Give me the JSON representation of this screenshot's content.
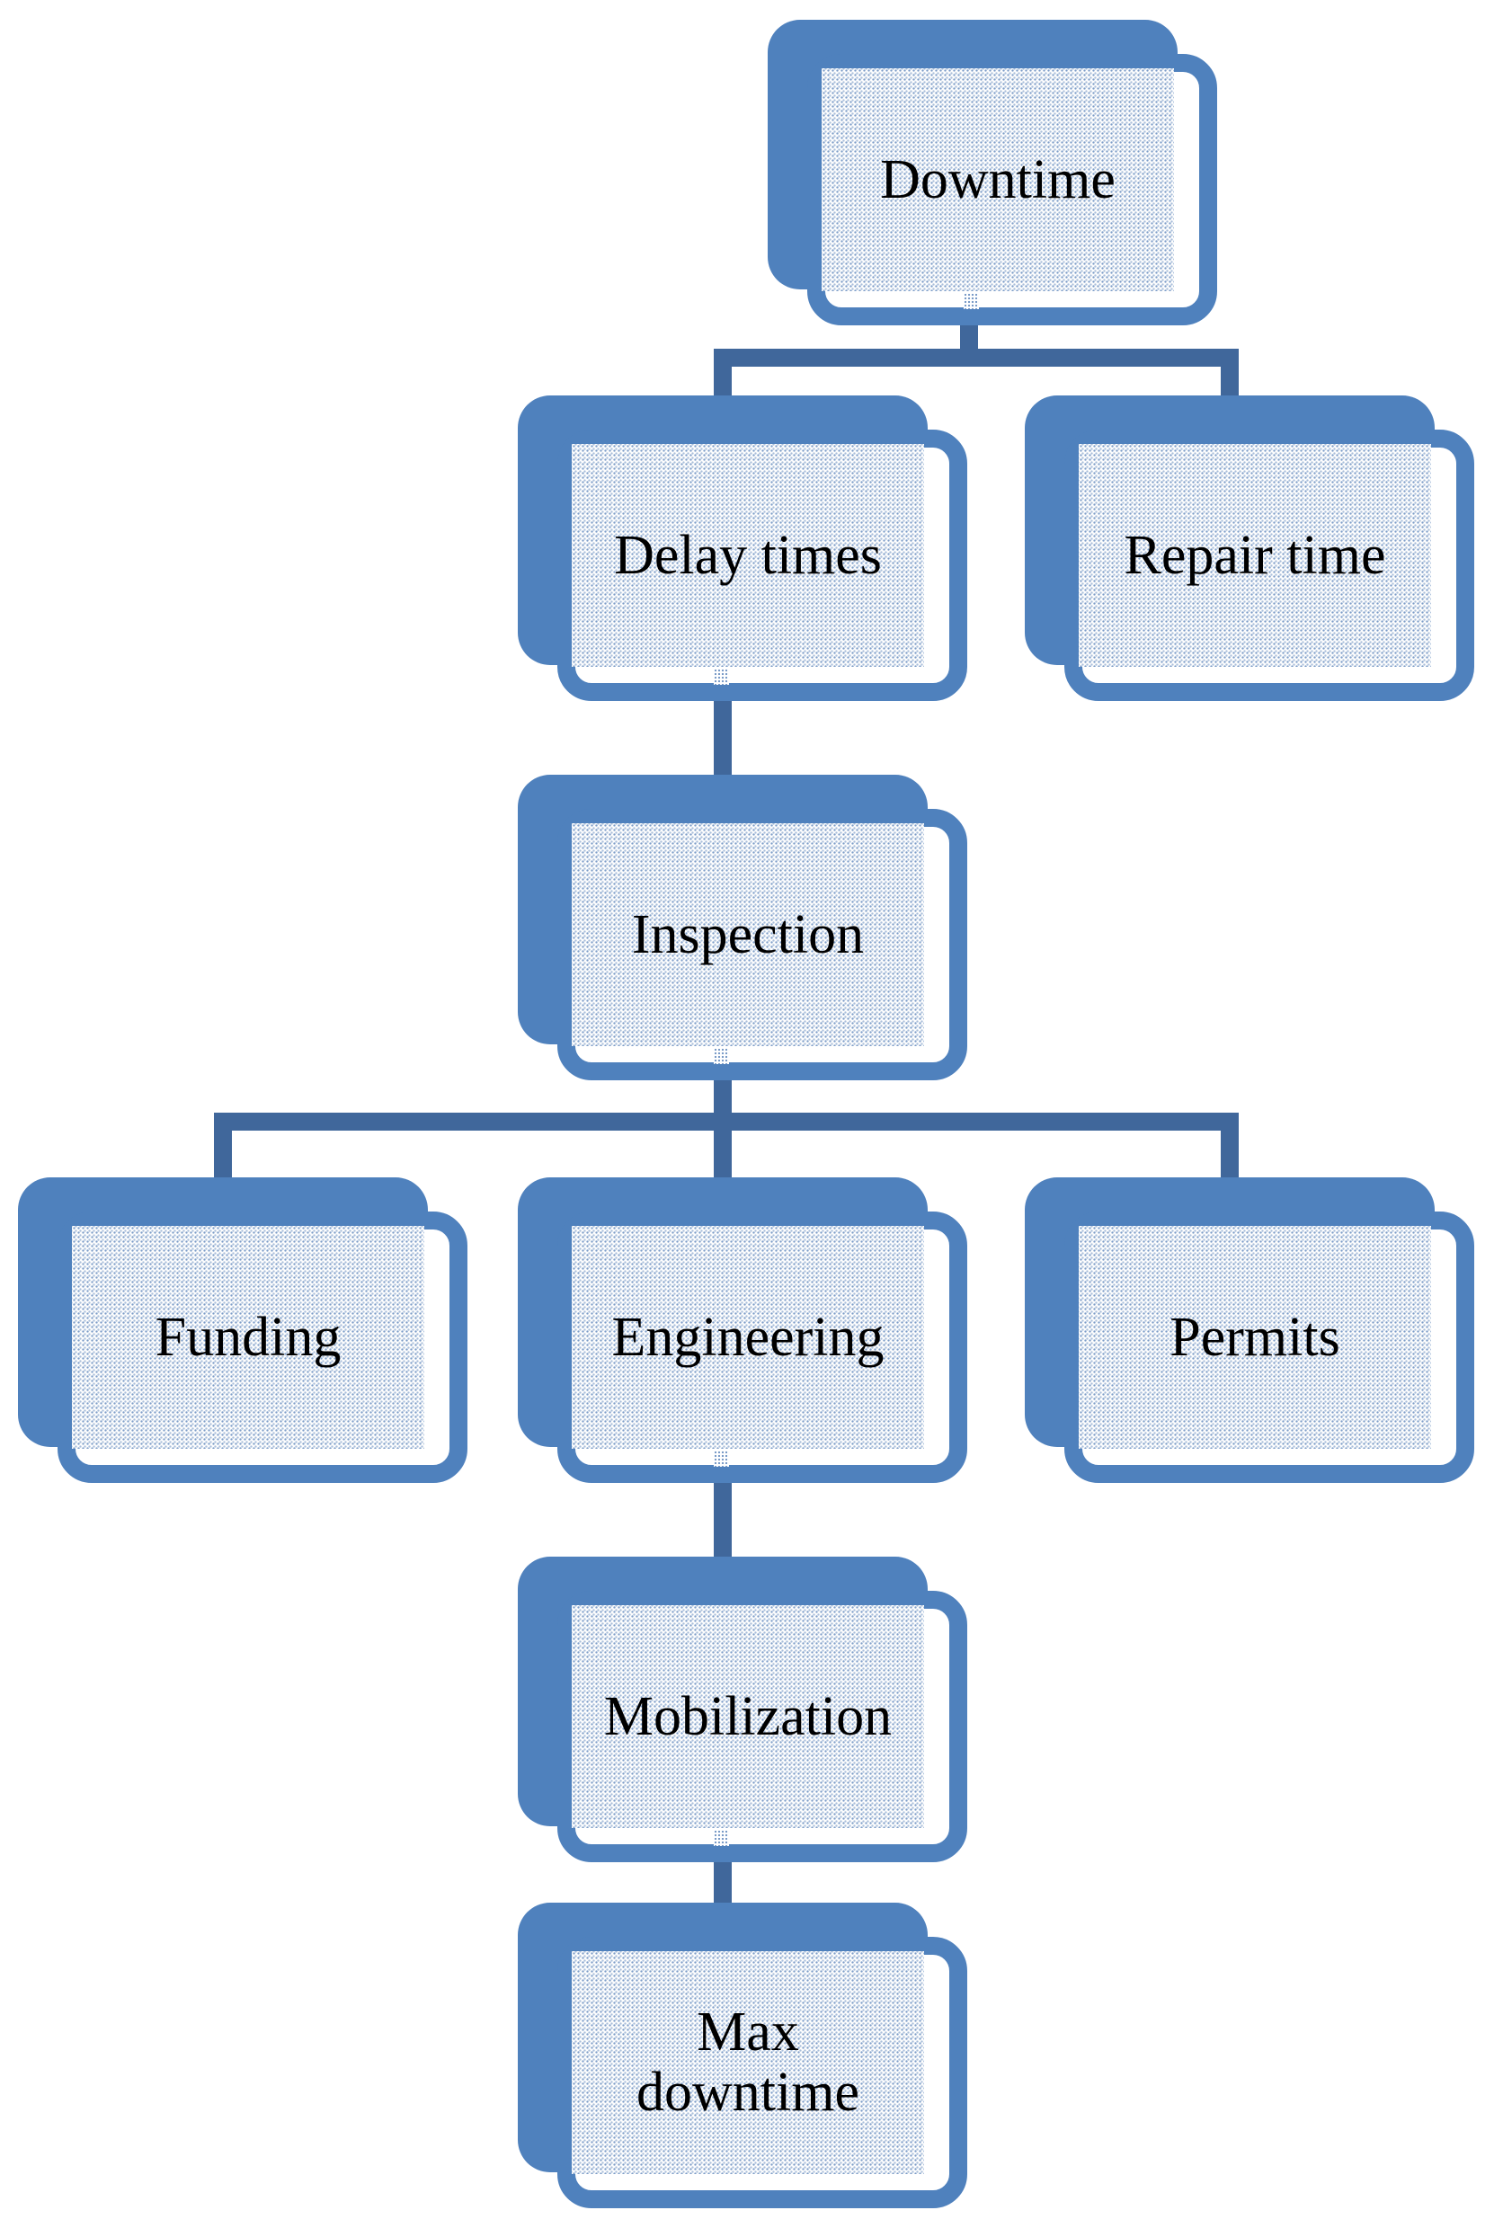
{
  "diagram": {
    "type": "hierarchy-flowchart",
    "nodes": [
      {
        "id": "downtime",
        "label": "Downtime"
      },
      {
        "id": "delay-times",
        "label": "Delay times"
      },
      {
        "id": "repair-time",
        "label": "Repair time"
      },
      {
        "id": "inspection",
        "label": "Inspection"
      },
      {
        "id": "funding",
        "label": "Funding"
      },
      {
        "id": "engineering",
        "label": "Engineering"
      },
      {
        "id": "permits",
        "label": "Permits"
      },
      {
        "id": "mobilization",
        "label": "Mobilization"
      },
      {
        "id": "max-downtime",
        "label": "Max downtime"
      }
    ],
    "edges": [
      {
        "from": "downtime",
        "to": "delay-times"
      },
      {
        "from": "downtime",
        "to": "repair-time"
      },
      {
        "from": "delay-times",
        "to": "inspection"
      },
      {
        "from": "inspection",
        "to": "funding"
      },
      {
        "from": "inspection",
        "to": "engineering"
      },
      {
        "from": "inspection",
        "to": "permits"
      },
      {
        "from": "engineering",
        "to": "mobilization"
      },
      {
        "from": "mobilization",
        "to": "max-downtime"
      }
    ],
    "colors": {
      "box_blue": "#4f81bd",
      "connector_blue": "#40679b",
      "fill_tint": "#dce6f2",
      "text": "#000000",
      "background": "#ffffff"
    }
  }
}
